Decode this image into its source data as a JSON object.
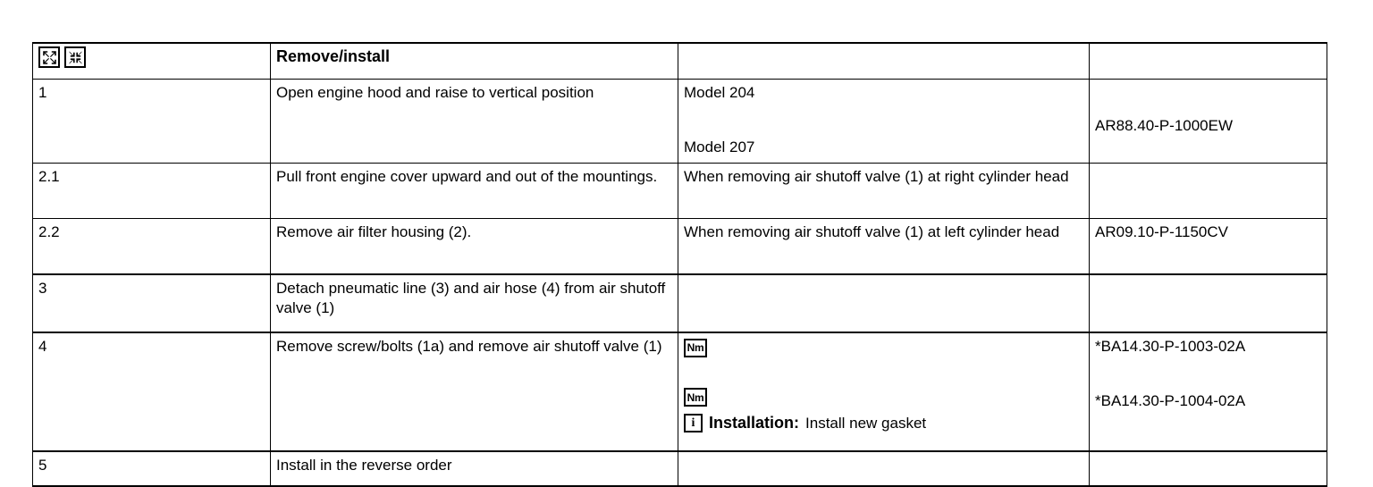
{
  "document": {
    "type": "service-procedure-table",
    "header": {
      "icons": [
        "remove-expand-icon",
        "install-collapse-icon"
      ],
      "title": "Remove/install",
      "col3": "",
      "col4": ""
    },
    "columns": [
      "step",
      "operation",
      "condition",
      "reference"
    ],
    "rows": [
      {
        "step": "1",
        "operation": "Open engine hood and raise to vertical position",
        "condition_lines": [
          "Model 204",
          "Model 207"
        ],
        "reference_lines": [
          "AR88.40-P-1000EW"
        ]
      },
      {
        "step": "2.1",
        "operation": "Pull front engine cover upward and out of the mountings.",
        "condition_lines": [
          "When removing air shutoff valve (1) at right cylinder head"
        ],
        "reference_lines": [
          ""
        ]
      },
      {
        "step": "2.2",
        "operation": "Remove air filter housing (2).",
        "condition_lines": [
          "When removing air shutoff valve (1) at left cylinder head"
        ],
        "reference_lines": [
          "AR09.10-P-1150CV"
        ]
      },
      {
        "step": "3",
        "operation": "Detach pneumatic line (3) and air hose (4) from air shutoff valve (1)",
        "condition_lines": [
          ""
        ],
        "reference_lines": [
          ""
        ]
      },
      {
        "step": "4",
        "operation": "Remove screw/bolts (1a) and remove air shutoff valve (1)",
        "condition_icons": [
          "torque-nm-icon",
          "torque-nm-icon"
        ],
        "note": {
          "icon": "info-icon",
          "label": "Installation:",
          "text": "Install new gasket"
        },
        "reference_lines": [
          "*BA14.30-P-1003-02A",
          "*BA14.30-P-1004-02A"
        ]
      },
      {
        "step": "5",
        "operation": "Install in the reverse order",
        "condition_lines": [
          ""
        ],
        "reference_lines": [
          ""
        ]
      }
    ],
    "icon_labels": {
      "nm": "Nm",
      "info": "i"
    },
    "colors": {
      "text": "#000000",
      "background": "#ffffff",
      "border": "#000000"
    }
  }
}
